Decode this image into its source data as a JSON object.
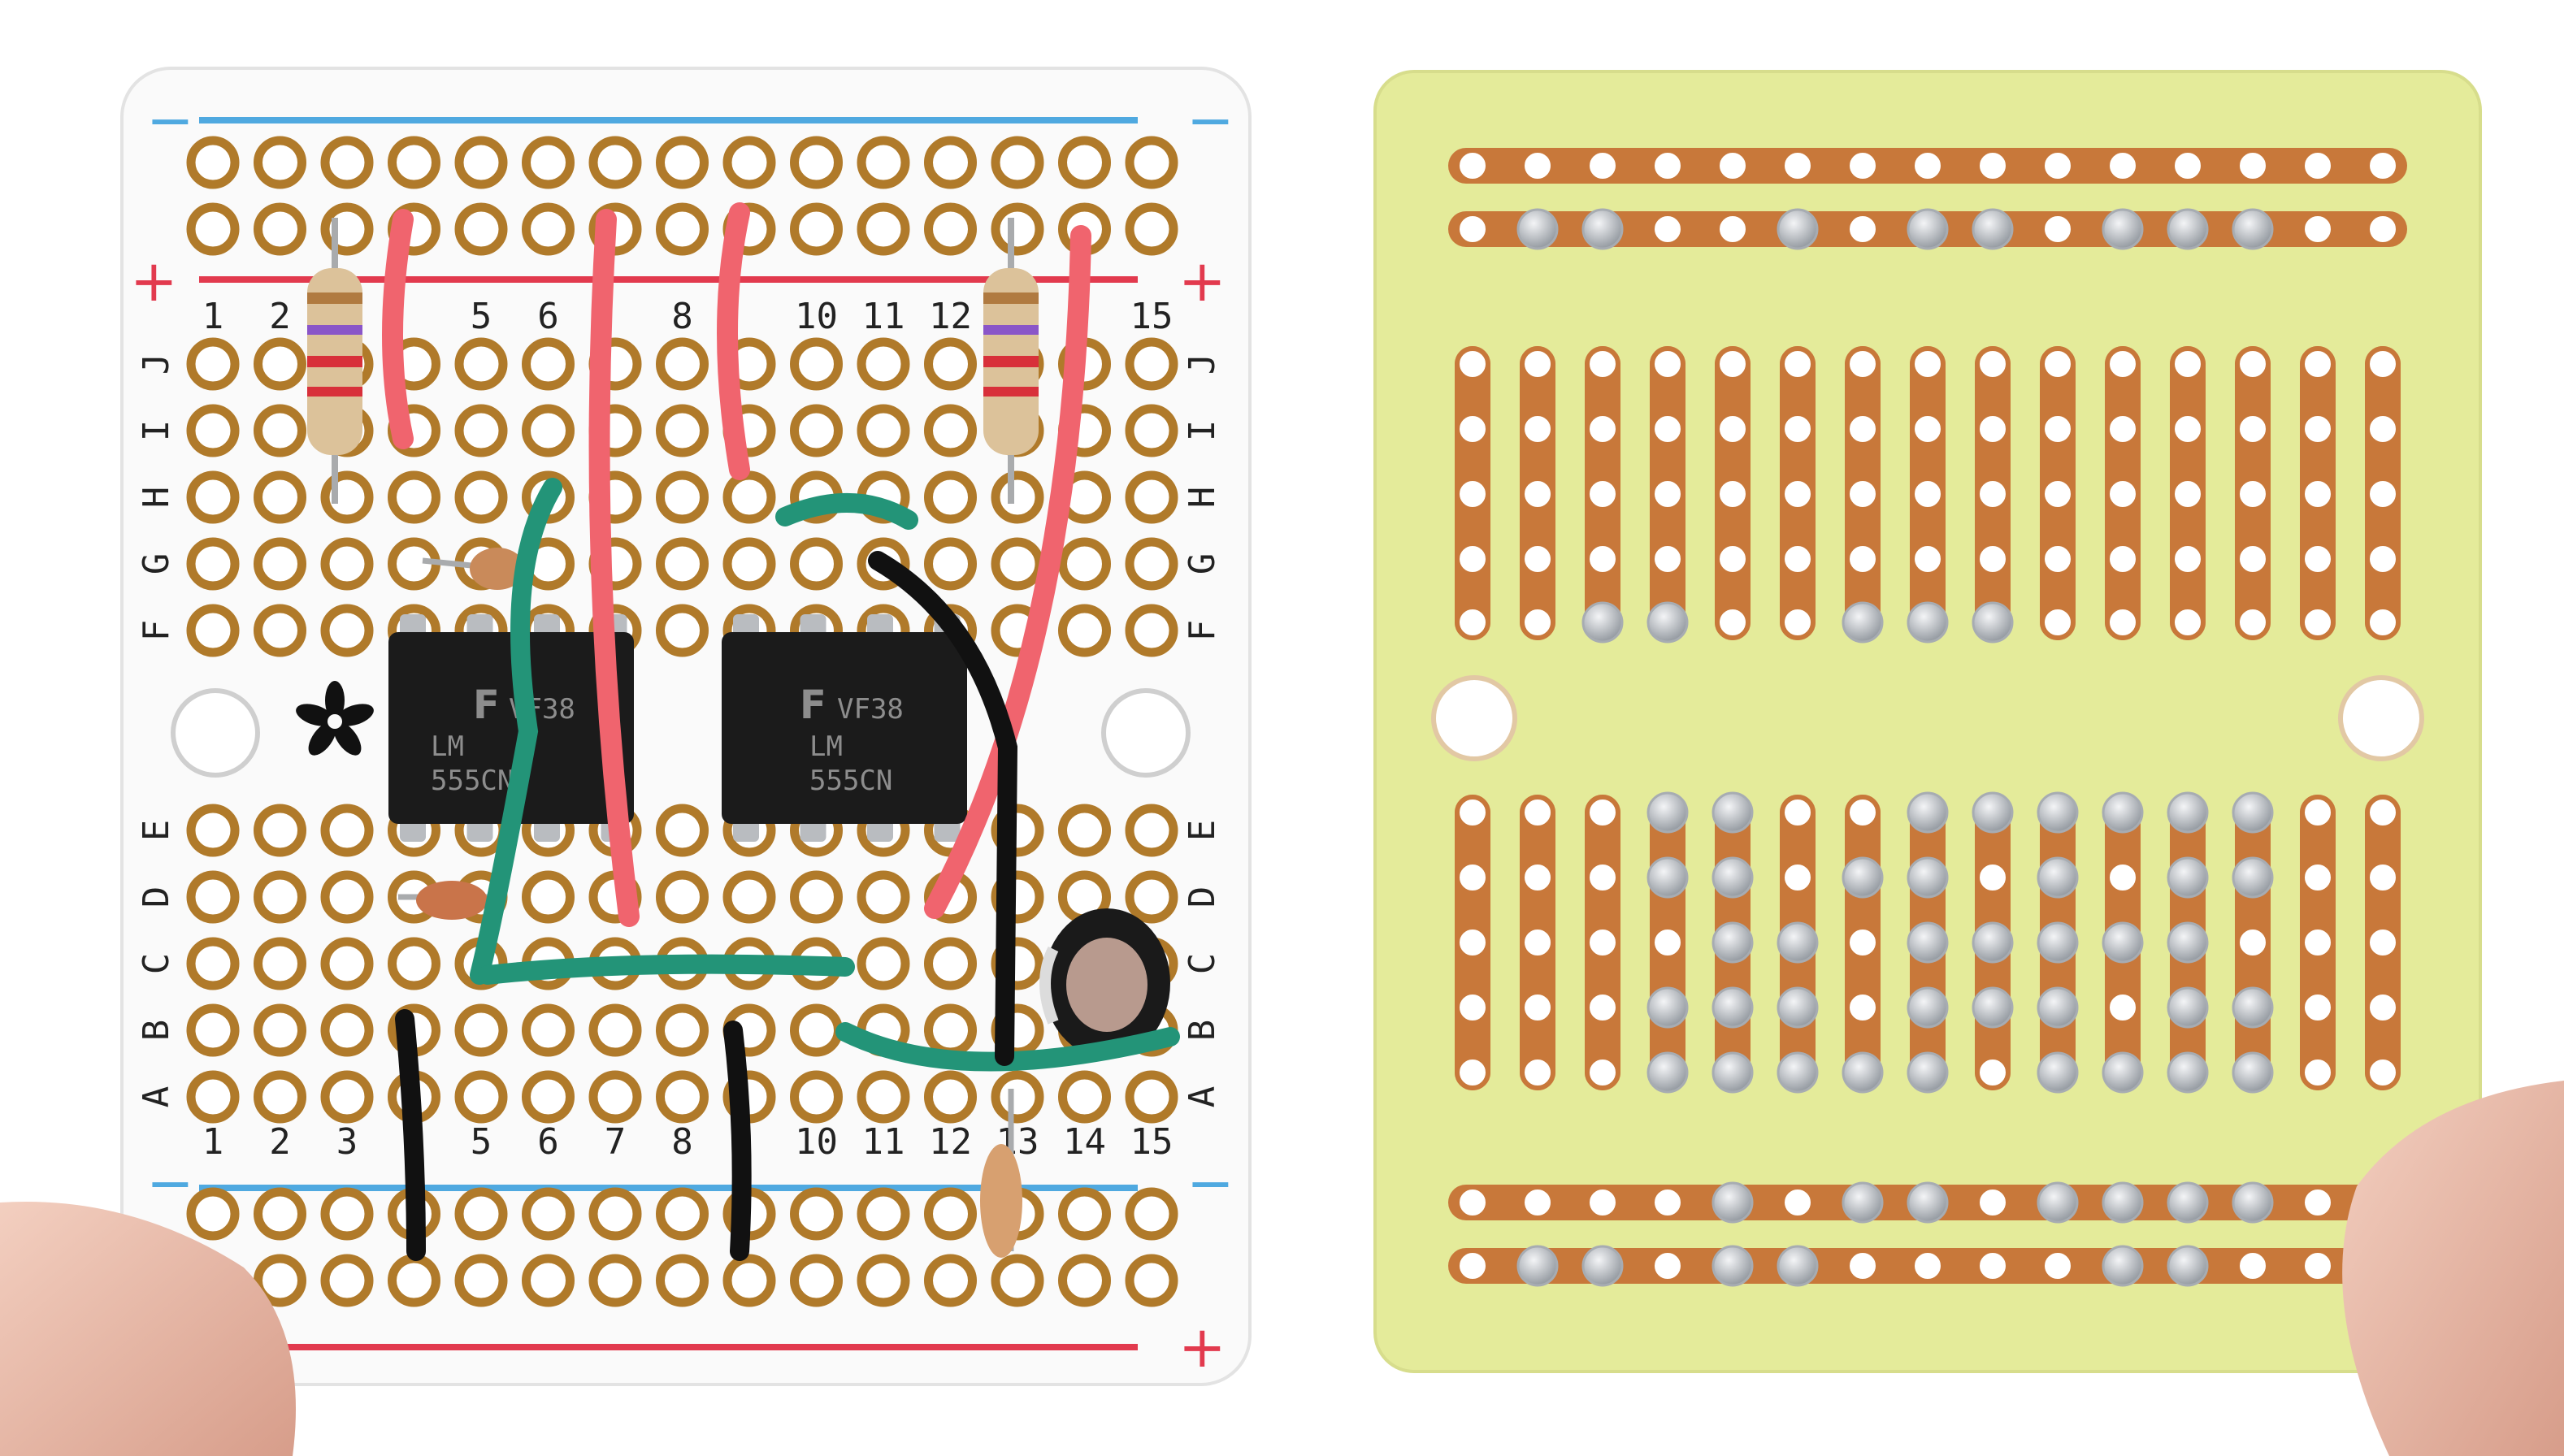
{
  "front_board": {
    "rail_labels": {
      "minus": "−",
      "plus": "+"
    },
    "column_numbers_top": [
      "1",
      "2",
      "",
      "",
      "5",
      "6",
      "",
      "8",
      "",
      "10",
      "11",
      "12",
      "",
      "",
      "15"
    ],
    "column_numbers_bottom": [
      "1",
      "2",
      "3",
      "",
      "5",
      "6",
      "7",
      "8",
      "",
      "10",
      "11",
      "12",
      "13",
      "14",
      "15"
    ],
    "row_letters_top": [
      "J",
      "I",
      "H",
      "G",
      "F"
    ],
    "row_letters_bottom": [
      "E",
      "D",
      "C",
      "B",
      "A"
    ],
    "chips": [
      {
        "logo": "F",
        "line1": "VF38",
        "line2": "LM",
        "line3": "555CN"
      },
      {
        "logo": "F",
        "line1": "VF38",
        "line2": "LM",
        "line3": "555CN"
      }
    ],
    "colors": {
      "board": "#fafafa",
      "hole_ring": "#b07a2a",
      "rail_blue": "#4fa9e0",
      "rail_red": "#e23a4e",
      "wire_red": "#f0646e",
      "wire_green": "#239478",
      "wire_black": "#111111",
      "chip": "#1b1b1b"
    }
  },
  "back_board": {
    "colors": {
      "substrate": "#e4eb9a",
      "copper": "#c8783a",
      "solder": "#c9ccd0"
    }
  }
}
